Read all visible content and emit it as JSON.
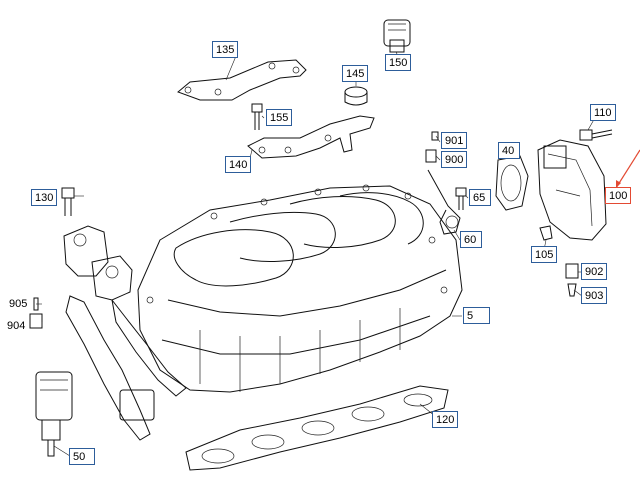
{
  "diagram": {
    "callouts": [
      {
        "id": "135",
        "label": "135"
      },
      {
        "id": "150",
        "label": "150"
      },
      {
        "id": "145",
        "label": "145"
      },
      {
        "id": "155",
        "label": "155"
      },
      {
        "id": "140",
        "label": "140"
      },
      {
        "id": "130",
        "label": "130"
      },
      {
        "id": "901",
        "label": "901"
      },
      {
        "id": "900",
        "label": "900"
      },
      {
        "id": "40",
        "label": "40"
      },
      {
        "id": "65",
        "label": "65"
      },
      {
        "id": "60",
        "label": "60"
      },
      {
        "id": "110",
        "label": "110"
      },
      {
        "id": "100",
        "label": "100"
      },
      {
        "id": "105",
        "label": "105"
      },
      {
        "id": "902",
        "label": "902"
      },
      {
        "id": "903",
        "label": "903"
      },
      {
        "id": "5",
        "label": "5"
      },
      {
        "id": "905",
        "label": "905"
      },
      {
        "id": "904",
        "label": "904"
      },
      {
        "id": "50",
        "label": "50"
      },
      {
        "id": "120",
        "label": "120"
      }
    ],
    "highlight_color": "#e34a33",
    "callout_border_color": "#2d5d9a"
  }
}
